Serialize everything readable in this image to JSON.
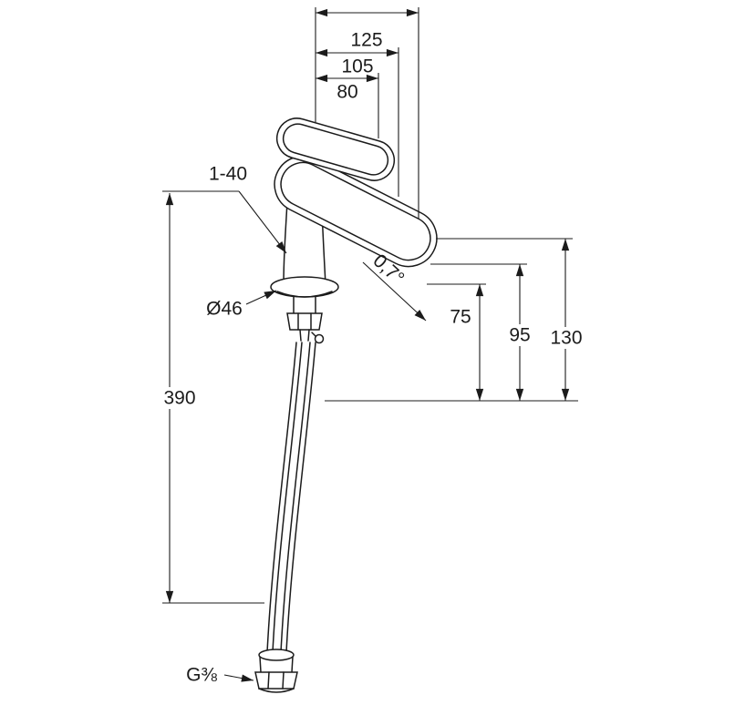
{
  "page": {
    "background": "#ffffff",
    "line_color": "#1b1b1b"
  },
  "drawing": {
    "subject": "single-lever-basin-mixer-faucet-side-view",
    "type": "technical-dimension-drawing"
  },
  "dimensions": {
    "projection_full": "125",
    "projection_mid": "105",
    "projection_handle": "80",
    "mounting_thickness_range": "1-40",
    "base_diameter": "Ø46",
    "spout_angle": "0,7°",
    "height_spout_outlet": "75",
    "height_spout_top": "95",
    "height_total": "130",
    "hose_length": "390",
    "connection_thread": "G⅜"
  }
}
